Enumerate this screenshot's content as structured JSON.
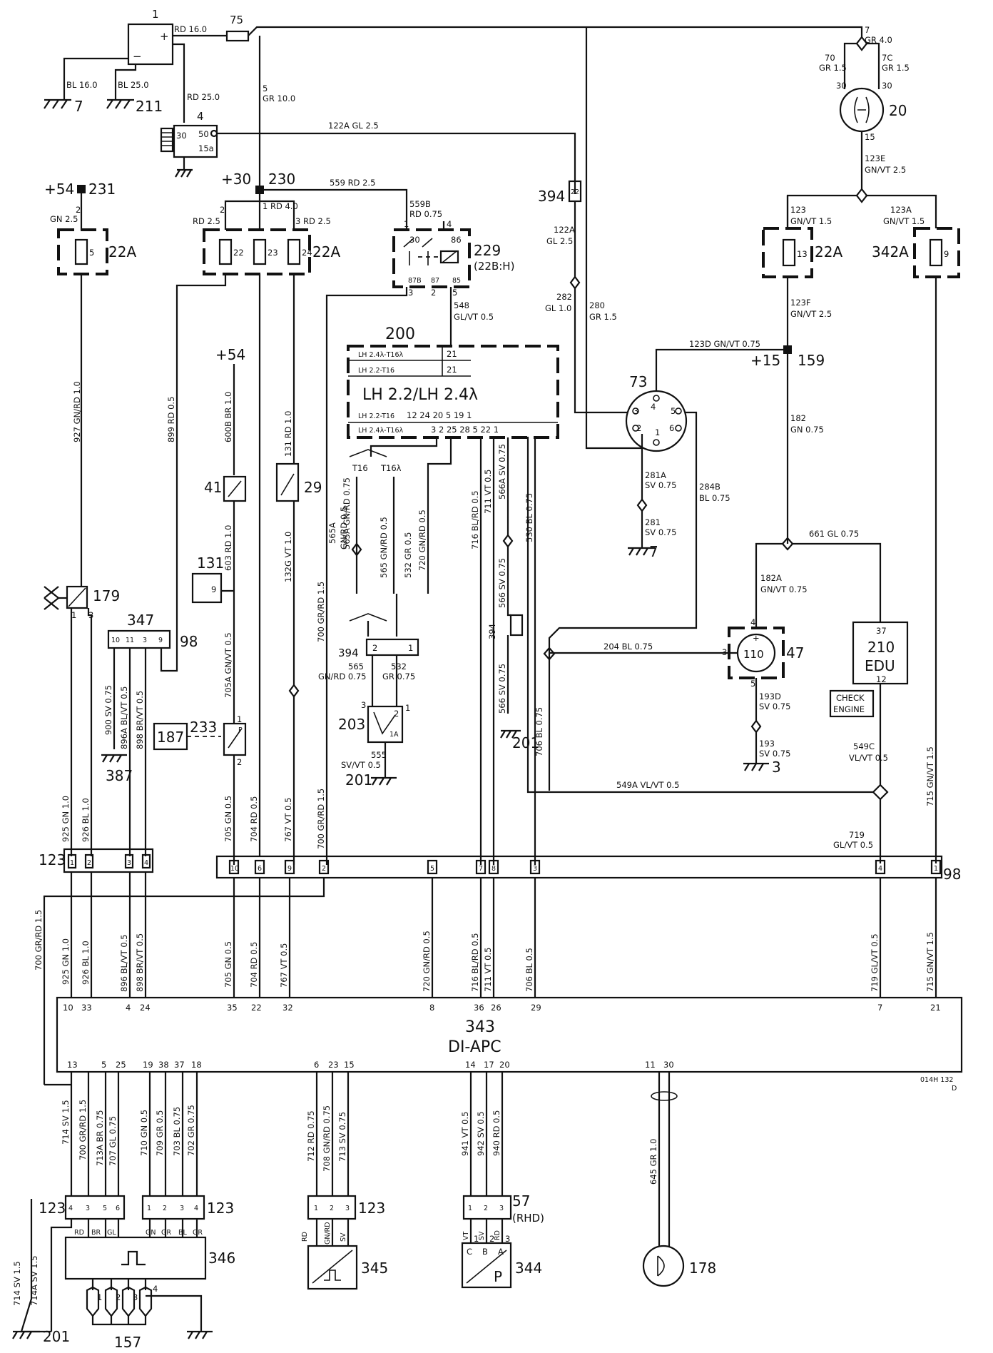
{
  "drawing_ref": "014H 132",
  "drawing_rev": "D",
  "components": {
    "battery": "1",
    "fuse_75": "75",
    "starter": "4",
    "starter_t30": "30",
    "starter_t50": "50",
    "starter_t15a": "15a",
    "ign_switch": "20",
    "ign_t30a": "30",
    "ign_t30b": "30",
    "ign_t15": "15",
    "node_54": "+54",
    "node_231": "231",
    "node_30": "+30",
    "node_230": "230",
    "node_15": "+15",
    "node_159": "159",
    "fusebox_a": "22A",
    "fusebox_b": "22A",
    "fusebox_c": "22A",
    "fusebox_d": "342A",
    "fuse5": "5",
    "fuse22": "22",
    "fuse23": "23",
    "fuse24": "24",
    "fuse13": "13",
    "fuse9": "9",
    "relay": "229",
    "relay_loc": "(22B:H)",
    "r30": "30",
    "r86": "86",
    "r87b": "87B",
    "r87": "87",
    "r85": "85",
    "r_pin1": "1",
    "r_pin4": "4",
    "r_pin3": "3",
    "r_pin2": "2",
    "r_pin5": "5",
    "lh_unit": "200",
    "lh_title": "LH 2.2/LH 2.4λ",
    "lh_row1": "LH 2.4λ-T16λ",
    "lh_row2": "LH 2.2-T16",
    "lh_row3": "LH 2.2-T16",
    "lh_row4": "LH 2.4λ-T16λ",
    "lh_pin21a": "21",
    "lh_pin21b": "21",
    "lh_pins_top": "12          24  20   5  19    1",
    "lh_pins_bot": "3   2         25  28   5  22   1",
    "t16": "T16",
    "t16l": "T16λ",
    "conn_394a": "394",
    "conn_394a_pins": "22",
    "conn_394b": "394",
    "conn_394c": "394",
    "conn_73": "73",
    "c73_p1": "1",
    "c73_p2": "2",
    "c73_p3": "3",
    "c73_p4": "4",
    "c73_p5": "5",
    "c73_p6": "6",
    "switch_41": "41",
    "switch_29": "29",
    "plus54_mid": "+54",
    "comp_131": "131",
    "comp_131_pin": "9",
    "comp_179": "179",
    "pin179_1": "1",
    "pin179_3": "3",
    "conn_347": "347",
    "conn_347_side": "98",
    "conn_347_pins": [
      "10",
      "11",
      "3",
      "9"
    ],
    "comp_187": "187",
    "switch_233": "233",
    "sw233_p1": "1",
    "sw233_p2": "2",
    "sensor_203": "203",
    "s203_p1": "1",
    "s203_p2": "2",
    "s203_p3": "3",
    "s203_p1a": "1A",
    "pin394b_1": "1",
    "pin394b_2": "2",
    "comp_47": "47",
    "comp_110": "110",
    "p47_3": "3",
    "p47_4": "4",
    "p47_5": "5",
    "edu_num": "210",
    "edu_label": "EDU",
    "edu_pin37": "37",
    "edu_pin12": "12",
    "check_engine_1": "CHECK",
    "check_engine_2": "ENGINE",
    "ground_7a": "7",
    "ground_211": "211",
    "ground_7b": "7",
    "ground_387": "387",
    "ground_201a": "201",
    "ground_201b": "201",
    "ground_201c": "201",
    "ground_3": "3",
    "conn_123a": "123",
    "conn_123a_pins": [
      "1",
      "2",
      "3",
      "4"
    ],
    "conn_98": "98",
    "conn_98_pins": [
      "10",
      "6",
      "9",
      "2",
      "5",
      "7",
      "8",
      "3",
      "4",
      "1"
    ],
    "ecu_num": "343",
    "ecu_name": "DI-APC",
    "ecu_top_pins": [
      "10",
      "33",
      "4",
      "24",
      "35",
      "22",
      "32",
      "8",
      "36",
      "26",
      "29",
      "7",
      "21"
    ],
    "ecu_bot_pins": [
      "13",
      "5",
      "25",
      "19",
      "38",
      "37",
      "18",
      "6",
      "23",
      "15",
      "14",
      "17",
      "20",
      "11",
      "30"
    ],
    "conn_123b": "123",
    "conn_123c": "123",
    "conn_123d": "123",
    "conn_123b_pins": [
      "4",
      "3",
      "5",
      "6"
    ],
    "conn_123c_pins": [
      "1",
      "2",
      "3",
      "4"
    ],
    "conn_123d_pins": [
      "1",
      "2",
      "3"
    ],
    "conn_57": "57",
    "conn_57_loc": "(RHD)",
    "conn_57_pins": [
      "1",
      "2",
      "3"
    ],
    "comp_346": "346",
    "comp_345": "345",
    "comp_344": "344",
    "comp_178": "178",
    "comp_157": "157",
    "spark_pins": [
      "1",
      "2",
      "3",
      "4"
    ],
    "c344_c": "C",
    "c344_b": "B",
    "c344_a": "A",
    "c344_p": "P",
    "c344_p1": "1",
    "c344_p2": "2",
    "c344_p3": "3",
    "c345_letters": [
      "RD",
      "GN/RD",
      "SV"
    ],
    "c344_letters": [
      "VT",
      "SV",
      "RD"
    ],
    "c346_letters": [
      "RD",
      "BR",
      "GL",
      "GN",
      "GR",
      "BL",
      "GR"
    ],
    "wires": {
      "w_rd16": "RD 16.0",
      "w_bl16": "BL 16.0",
      "w_bl25": "BL 25.0",
      "w_rd25": "RD 25.0",
      "w_5": "5",
      "w_gr10": "GR 10.0",
      "w_7": "7",
      "w_gr4": "GR 4.0",
      "w_70": "70",
      "w_70gr": "GR 1.5",
      "w_7c": "7C",
      "w_7cgr": "GR 1.5",
      "w_122a": "122A GL 2.5",
      "w_123e": "123E",
      "w_123e_v": "GN/VT 2.5",
      "w_2": "2",
      "w_gn25": "GN 2.5",
      "w_559": "559 RD 2.5",
      "w_1rd4": "1 RD 4.0",
      "w_2rd": "2",
      "w_rd25b": "RD 2.5",
      "w_3rd25": "3 RD 2.5",
      "w_559b": "559B",
      "w_559b_v": "RD 0.75",
      "w_122a_b": "122A",
      "w_122a_bv": "GL 2.5",
      "w_282": "282",
      "w_282v": "GL 1.0",
      "w_280": "280",
      "w_280v": "GR 1.5",
      "w_123": "123",
      "w_123v": "GN/VT 1.5",
      "w_123a": "123A",
      "w_123av": "GN/VT 1.5",
      "w_123f": "123F",
      "w_123fv": "GN/VT 2.5",
      "w_548": "548",
      "w_548v": "GL/VT 0.5",
      "w_123d": "123D GN/VT 0.75",
      "w_182": "182",
      "w_182v": "GN 0.75",
      "w_281a": "281A",
      "w_281av": "SV 0.75",
      "w_281": "281",
      "w_281v": "SV 0.75",
      "w_284b": "284B",
      "w_284bv": "BL 0.75",
      "w_661": "661 GL 0.75",
      "w_182a": "182A",
      "w_182av": "GN/VT 0.75",
      "w_204": "204 BL 0.75",
      "w_193d": "193D",
      "w_193dv": "SV 0.75",
      "w_193": "193",
      "w_193v": "SV 0.75",
      "w_549c": "549C",
      "w_549cv": "VL/VT 0.5",
      "w_549a": "549A VL/VT 0.5",
      "w_719": "719",
      "w_719v": "GL/VT 0.5",
      "w_899": "899 RD 0.5",
      "w_927": "927 GN/RD 1.0",
      "w_600b": "600B BR 1.0",
      "w_131rd": "131 RD 1.0",
      "w_603": "603 RD 1.0",
      "w_705a": "705A GN/VT 0.5",
      "w_132g": "132G VT 1.0",
      "w_700a": "700 GR/RD 1.5",
      "w_565a": "565A",
      "w_565a_v": "GN/RD 0.5",
      "w_565a2": "565A GN/RD 0.75",
      "w_565": "565 GN/RD 0.5",
      "w_532": "532 GR 0.5",
      "w_565b": "565 GN/RD 0.75",
      "w_720": "720 GN/RD 0.5",
      "w_716": "716 BL/RD 0.5",
      "w_711": "711 VT 0.5",
      "w_566a": "566A SV 0.75",
      "w_530": "530 BL 0.75",
      "w_566": "566 SV 0.75",
      "w_566b": "566 SV 0.75",
      "w_706": "706 BL 0.75",
      "w_565c": "565",
      "w_565cv": "GN/RD 0.75",
      "w_532b": "532",
      "w_532bv": "GR 0.75",
      "w_555": "555",
      "w_555v": "SV/VT 0.5",
      "w_900": "900 SV 0.75",
      "w_896a": "896A BL/VT 0.5",
      "w_898": "898 BR/VT 0.5",
      "w_925": "925 GN 1.0",
      "w_926": "926 BL 1.0",
      "w_705": "705 GN 0.5",
      "w_704": "704 RD 0.5",
      "w_767": "767 VT 0.5",
      "w_700b": "700 GR/RD 1.5",
      "w_715": "715 GN/VT 1.5",
      "w_700c": "700 GR/RD 1.5",
      "w_925b": "925 GN 1.0",
      "w_926b": "926 BL 1.0",
      "w_896b": "896 BL/VT 0.5",
      "w_898b": "898 BR/VT 0.5",
      "w_705b": "705 GN 0.5",
      "w_704b": "704 RD 0.5",
      "w_767b": "767 VT 0.5",
      "w_720b": "720 GN/RD 0.5",
      "w_716b": "716 BL/RD 0.5",
      "w_711b": "711 VT 0.5",
      "w_706b": "706 BL 0.5",
      "w_719b": "719 GL/VT 0.5",
      "w_715b": "715 GN/VT 1.5",
      "w_714": "714 SV 1.5",
      "w_700d": "700 GR/RD 1.5",
      "w_713a": "713A BR 0.75",
      "w_707": "707 GL 0.75",
      "w_710": "710 GN 0.5",
      "w_709": "709 GR 0.5",
      "w_703": "703 BL 0.75",
      "w_702": "702 GR 0.75",
      "w_712": "712 RD 0.75",
      "w_708": "708 GN/RD 0.75",
      "w_713": "713 SV 0.75",
      "w_941": "941 VT 0.5",
      "w_942": "942 SV 0.5",
      "w_940": "940 RD 0.5",
      "w_645": "645 GR 1.0",
      "w_714b": "714 SV 1.5",
      "w_714a": "714A SV 1.5"
    }
  }
}
